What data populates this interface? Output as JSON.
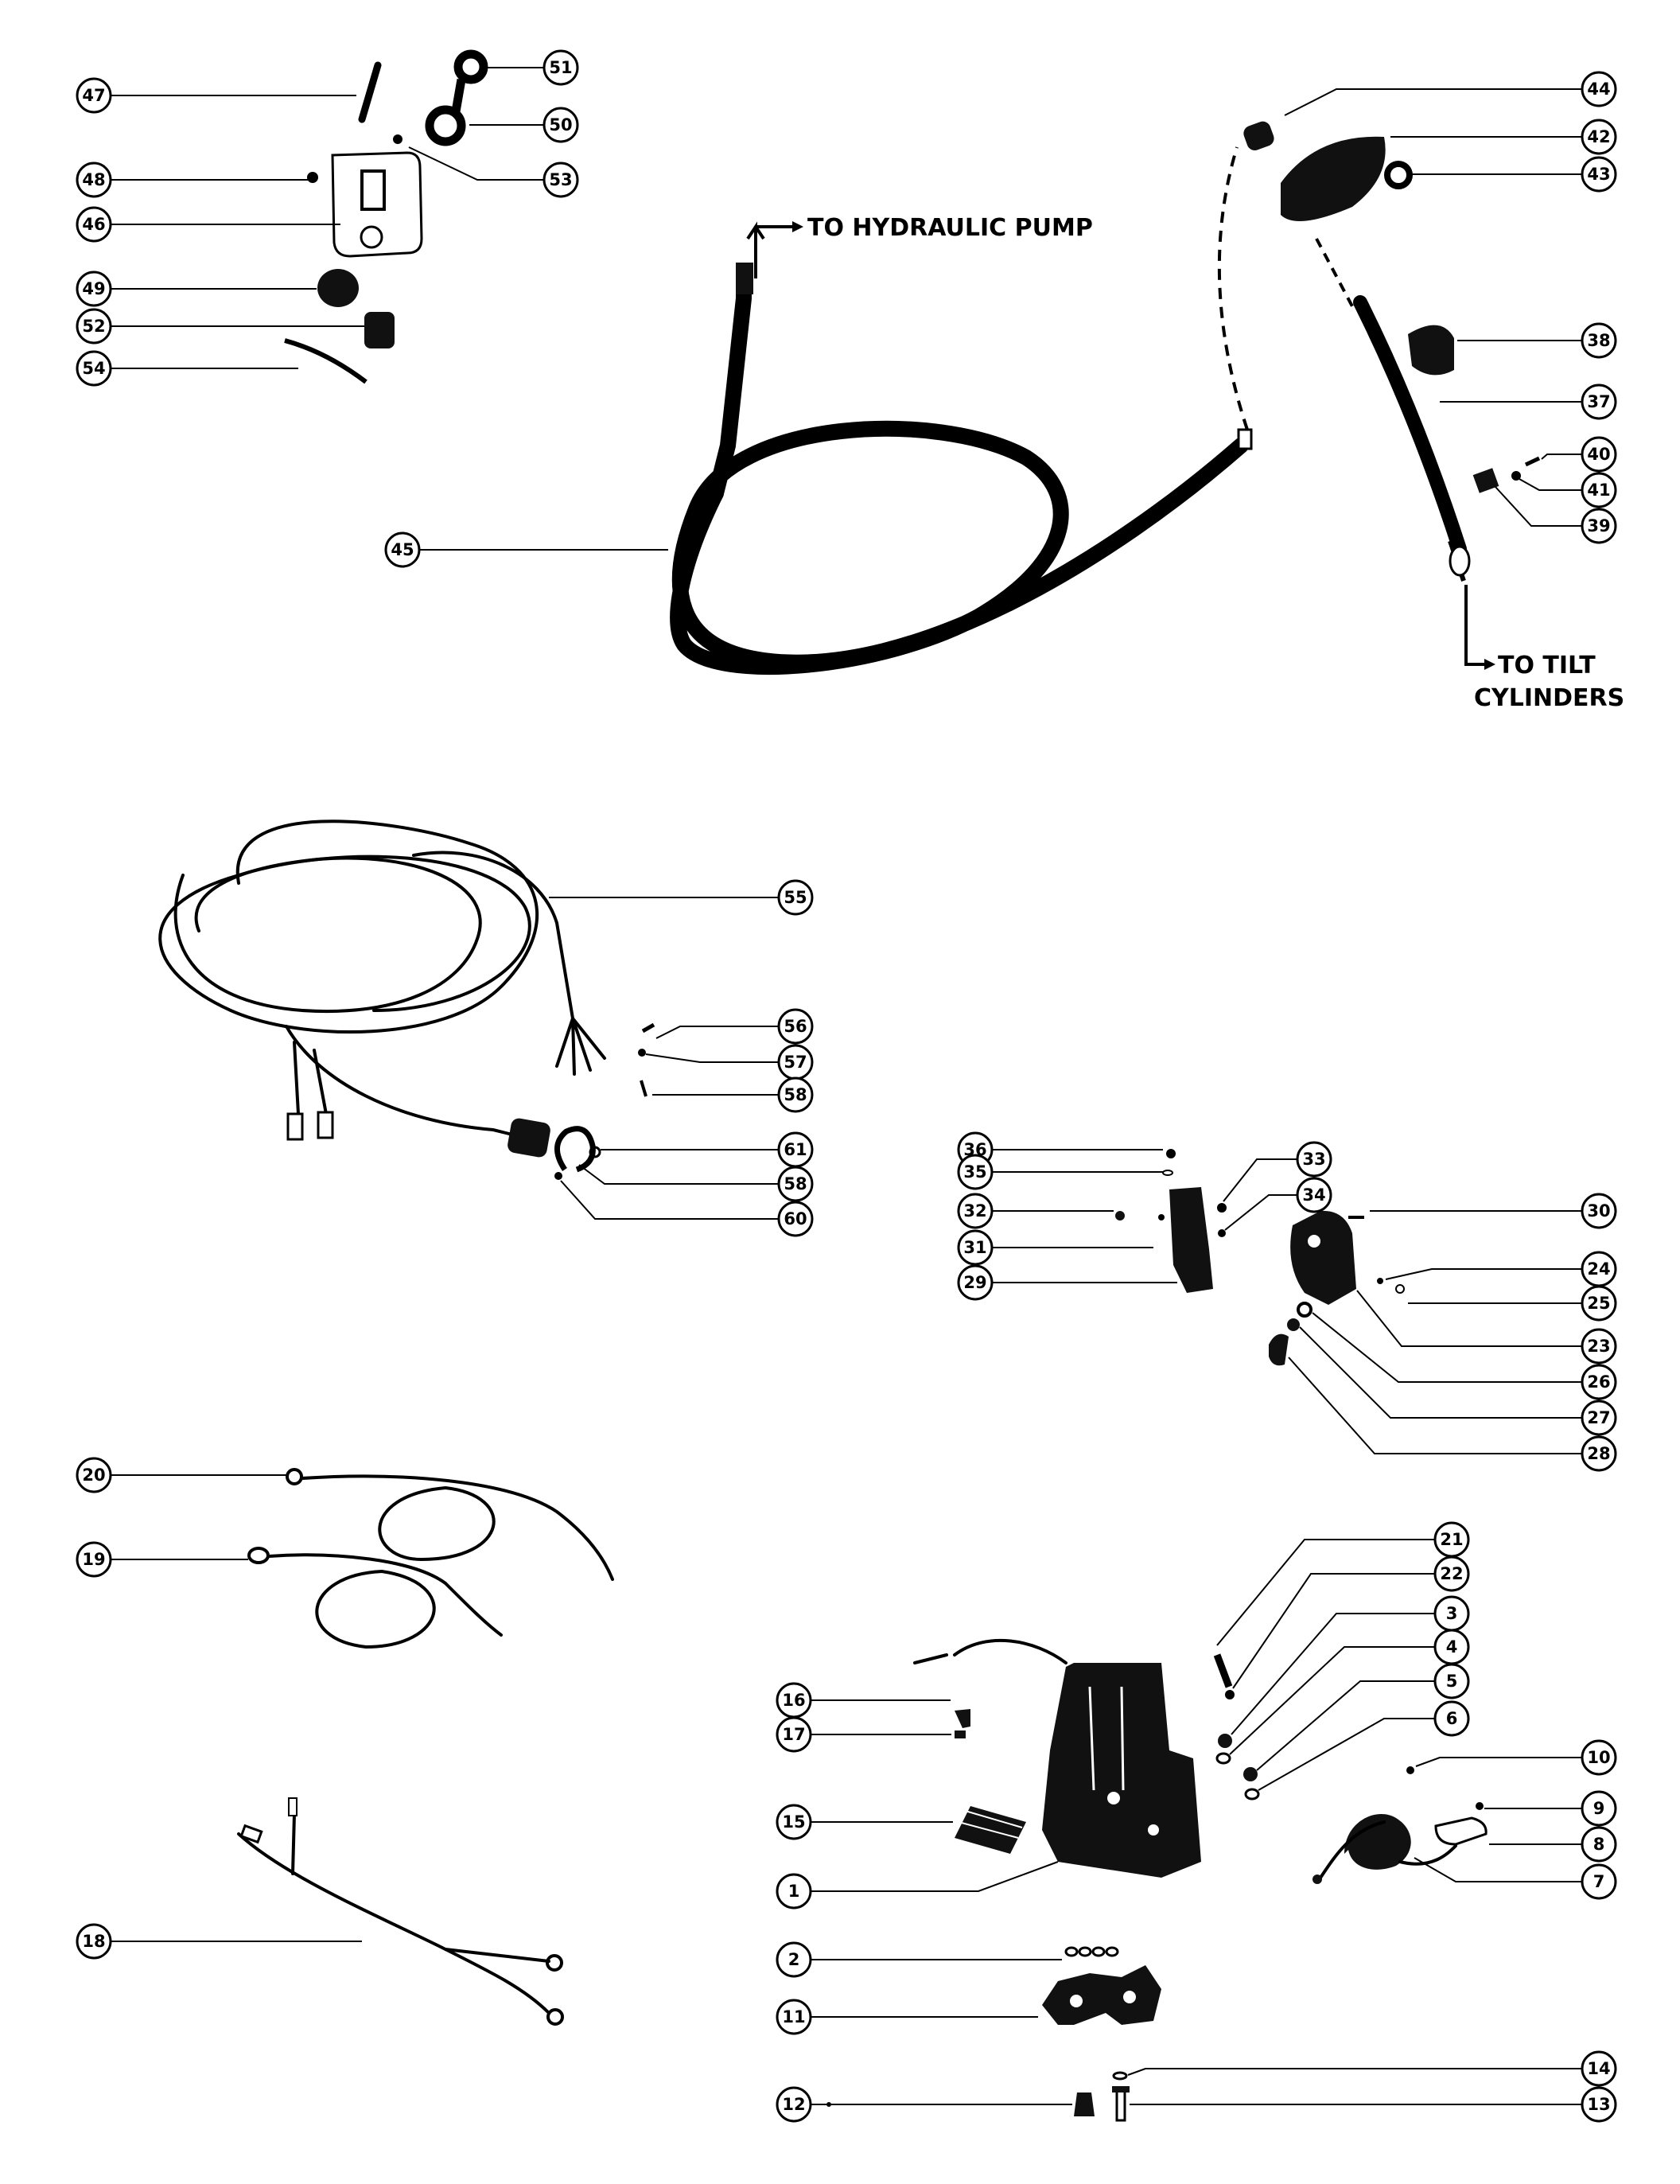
{
  "callouts": {
    "to_hydraulic_pump": "TO HYDRAULIC PUMP",
    "to_tilt_line1": "TO TILT",
    "to_tilt_line2": "CYLINDERS"
  },
  "parts": {
    "p1": "1",
    "p2": "2",
    "p3": "3",
    "p4": "4",
    "p5": "5",
    "p6": "6",
    "p7": "7",
    "p8": "8",
    "p9": "9",
    "p10": "10",
    "p11": "11",
    "p12": "12",
    "p13": "13",
    "p14": "14",
    "p15": "15",
    "p16": "16",
    "p17": "17",
    "p18": "18",
    "p19": "19",
    "p20": "20",
    "p21": "21",
    "p22": "22",
    "p23": "23",
    "p24": "24",
    "p25": "25",
    "p26": "26",
    "p27": "27",
    "p28": "28",
    "p29": "29",
    "p30": "30",
    "p31": "31",
    "p32": "32",
    "p33": "33",
    "p34": "34",
    "p35": "35",
    "p36": "36",
    "p37": "37",
    "p38": "38",
    "p39": "39",
    "p40": "40",
    "p41": "41",
    "p42": "42",
    "p43": "43",
    "p44": "44",
    "p45": "45",
    "p46": "46",
    "p47": "47",
    "p48": "48",
    "p49": "49",
    "p50": "50",
    "p51": "51",
    "p52": "52",
    "p53": "53",
    "p54": "54",
    "p55": "55",
    "p56": "56",
    "p57": "57",
    "p58": "58",
    "p60": "60",
    "p61": "61"
  }
}
